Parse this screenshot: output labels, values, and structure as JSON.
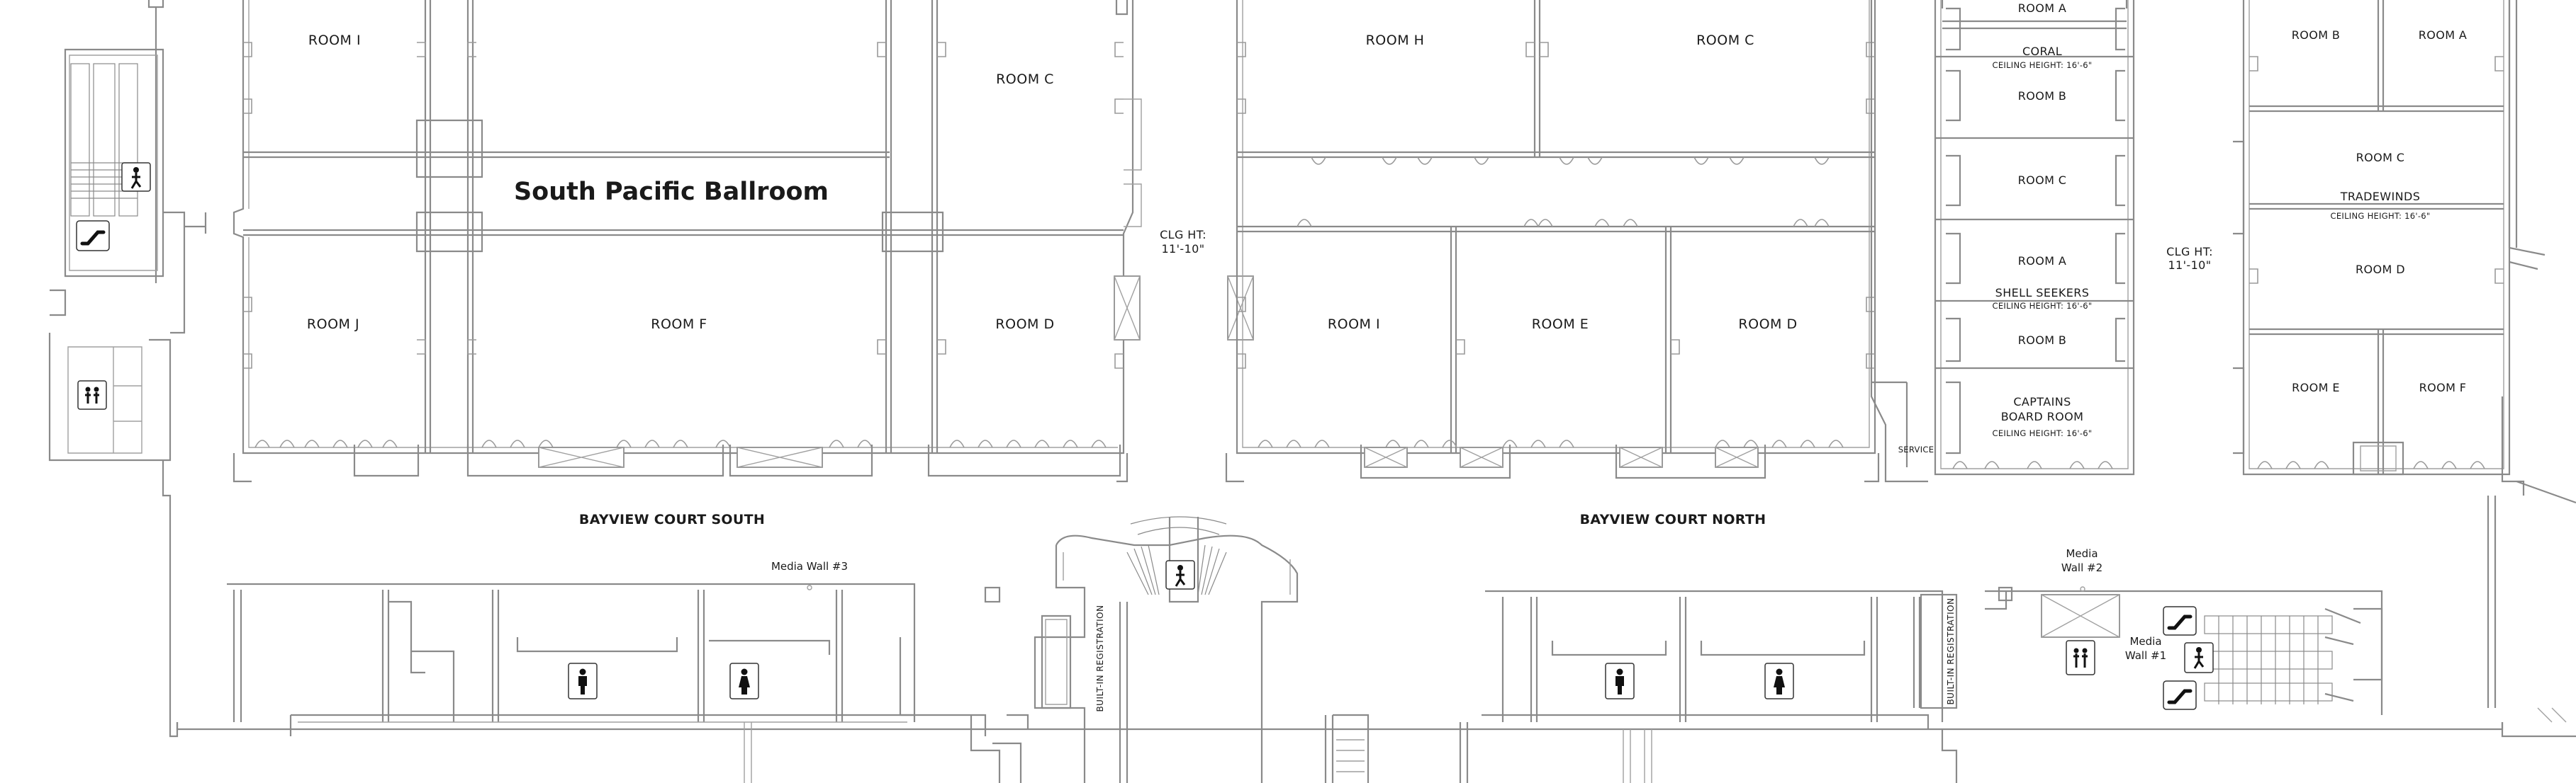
{
  "ballroom": {
    "title": "South Pacific Ballroom",
    "rooms": {
      "room_i": "ROOM I",
      "room_c": "ROOM C",
      "room_j": "ROOM J",
      "room_f": "ROOM F",
      "room_d": "ROOM D"
    }
  },
  "corridor_ceiling": {
    "line1": "CLG HT:",
    "line2": "11'-10\""
  },
  "north_block": {
    "rooms": {
      "room_h": "ROOM H",
      "room_c": "ROOM C",
      "room_i": "ROOM I",
      "room_e": "ROOM E",
      "room_d": "ROOM D"
    }
  },
  "coral": {
    "room_a": "ROOM A",
    "name": "CORAL",
    "ceiling": "CEILING HEIGHT: 16'-6\"",
    "room_b": "ROOM B",
    "room_c": "ROOM C"
  },
  "shell_seekers": {
    "room_a": "ROOM A",
    "name": "SHELL SEEKERS",
    "ceiling": "CEILING HEIGHT: 16'-6\"",
    "room_b": "ROOM B"
  },
  "captains": {
    "name_line1": "CAPTAINS",
    "name_line2": "BOARD ROOM",
    "ceiling": "CEILING HEIGHT: 16'-6\""
  },
  "service_label": "SERVICE",
  "east_ceiling": {
    "line1": "CLG HT:",
    "line2": "11'-10\""
  },
  "tradewinds": {
    "room_b": "ROOM B",
    "room_a": "ROOM A",
    "room_c": "ROOM C",
    "name": "TRADEWINDS",
    "ceiling": "CEILING HEIGHT: 16'-6\"",
    "room_d": "ROOM D",
    "room_e": "ROOM E",
    "room_f": "ROOM F"
  },
  "courts": {
    "south": "BAYVIEW COURT SOUTH",
    "north": "BAYVIEW COURT NORTH"
  },
  "media_walls": {
    "wall3": "Media Wall #3",
    "wall2_line1": "Media",
    "wall2_line2": "Wall #2",
    "wall1_line1": "Media",
    "wall1_line2": "Wall #1"
  },
  "registration": {
    "west": "BUILT-IN REGISTRATION",
    "east": "BUILT-IN REGISTRATION"
  },
  "icons": {
    "escalator": "escalator-icon",
    "stairs": "stairs-icon",
    "elevator": "elevator-icon",
    "mens_restroom": "mens-restroom-icon",
    "womens_restroom": "womens-restroom-icon"
  },
  "colors": {
    "wall": "#8a8a8a",
    "text": "#1a1a1a",
    "background": "#ffffff"
  }
}
